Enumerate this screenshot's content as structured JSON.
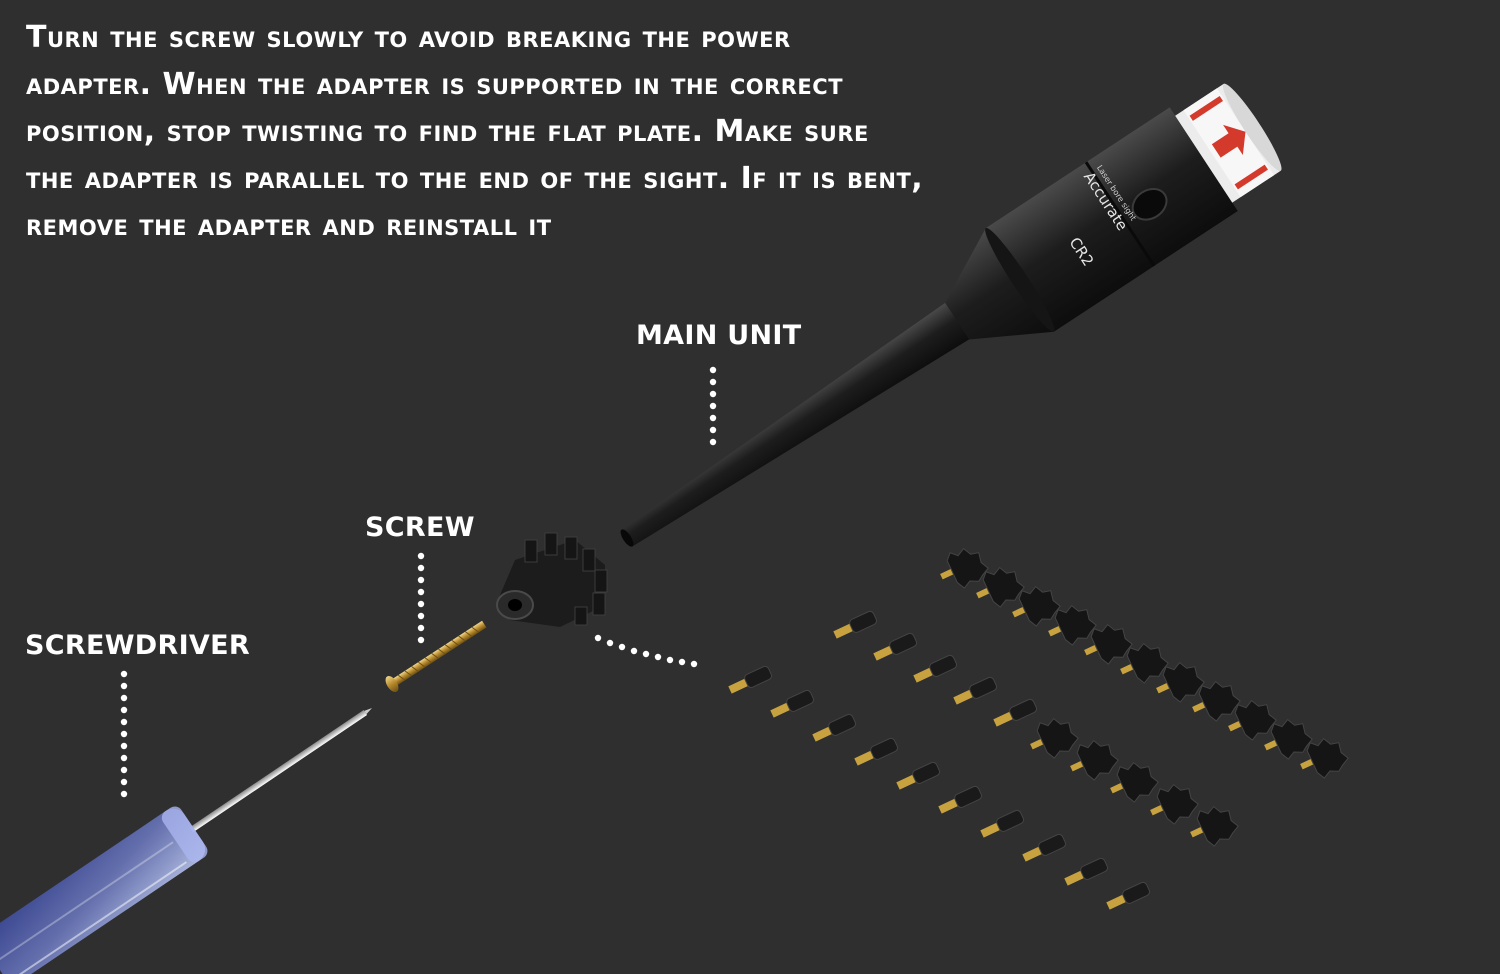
{
  "instructions": "Turn the screw slowly to avoid breaking the power adapter. When the adapter is supported in the correct position, stop twisting to find the flat plate. Make sure the adapter is parallel to the end of the sight. If it is bent, remove the adapter and reinstall it",
  "callouts": {
    "main_unit": "MAIN UNIT",
    "screw": "SCREW",
    "screwdriver": "SCREWDRIVER"
  },
  "device": {
    "brand": "Accurate",
    "tagline": "Laser bore sight",
    "battery": "CR2"
  },
  "colors": {
    "background": "#2f2f2f",
    "text": "#ffffff",
    "brass": "#c9a240",
    "warning_red": "#d33a2c"
  }
}
